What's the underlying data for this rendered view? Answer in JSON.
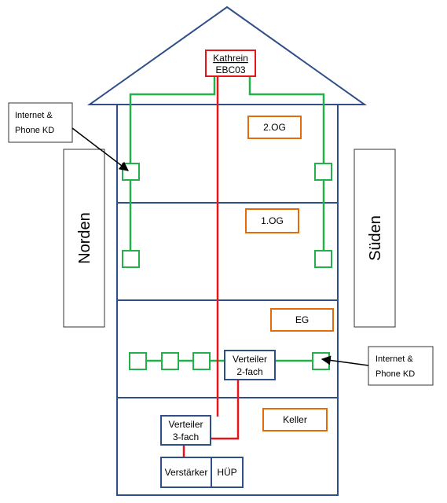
{
  "colors": {
    "structure": "#2F4F8A",
    "red_line": "#E8141C",
    "green_line": "#22B14C",
    "floor_label_border": "#E36C0A",
    "background": "#FFFFFF"
  },
  "antenna": {
    "line1": "Kathrein",
    "line2": "EBC03"
  },
  "floors": {
    "og2": "2.OG",
    "og1": "1.OG",
    "eg": "EG",
    "keller": "Keller"
  },
  "sides": {
    "north": "Norden",
    "south": "Süden"
  },
  "callouts": {
    "left": {
      "line1": "Internet &",
      "line2": "Phone KD"
    },
    "right": {
      "line1": "Internet &",
      "line2": "Phone KD"
    }
  },
  "boxes": {
    "splitter2": {
      "line1": "Verteiler",
      "line2": "2-fach"
    },
    "splitter3": {
      "line1": "Verteiler",
      "line2": "3-fach"
    },
    "amplifier": "Verstärker",
    "hup": "HÜP"
  }
}
